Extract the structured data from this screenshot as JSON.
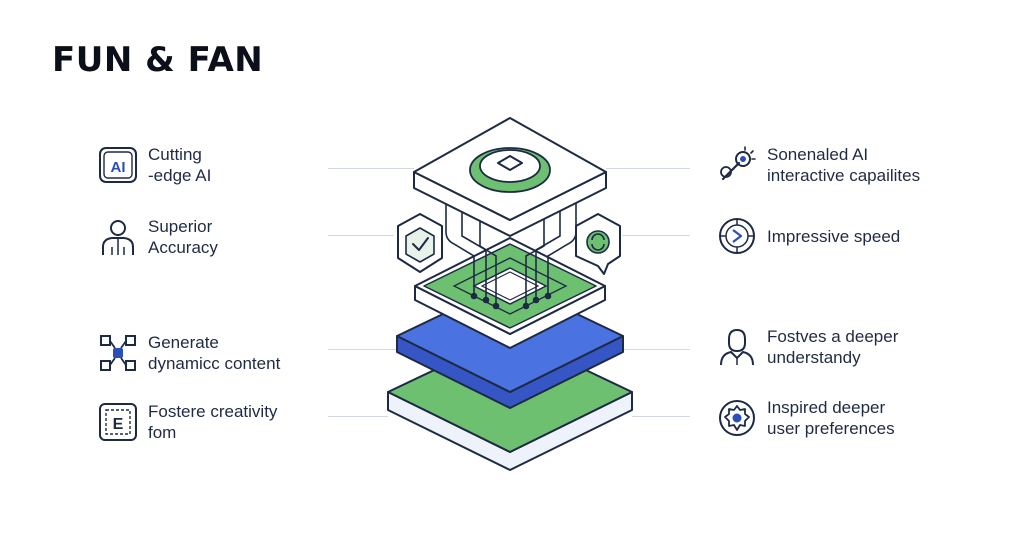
{
  "title": "FUN & FAN",
  "left_features": [
    {
      "icon": "ai-chip-icon",
      "lines": [
        "Cutting",
        "-edge AI"
      ]
    },
    {
      "icon": "person-icon",
      "lines": [
        "Superior",
        "Accuracy"
      ]
    },
    {
      "icon": "network-nodes-icon",
      "lines": [
        "Generate",
        "dynamicc content"
      ]
    },
    {
      "icon": "framed-e-icon",
      "lines": [
        "Fostere creativity",
        "fom"
      ]
    }
  ],
  "right_features": [
    {
      "icon": "magic-wand-icon",
      "lines": [
        "Sonenaled AI",
        "interactive capailites"
      ]
    },
    {
      "icon": "globe-speed-icon",
      "lines": [
        "Impressive speed"
      ]
    },
    {
      "icon": "user-icon",
      "lines": [
        "Fostves a deeper",
        "understandy"
      ]
    },
    {
      "icon": "gear-badge-icon",
      "lines": [
        "Inspired deeper",
        "user preferences"
      ]
    }
  ],
  "colors": {
    "green": "#6cc070",
    "blue": "#4a72e0",
    "outline": "#1e2a44",
    "connector": "#d3d9e3"
  }
}
